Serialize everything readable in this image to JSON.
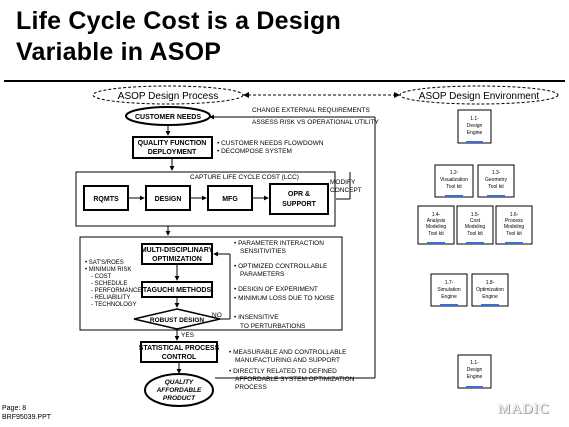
{
  "title": [
    "Life Cycle Cost is a Design",
    "Variable in ASOP"
  ],
  "process": {
    "header": "ASOP Design Process",
    "customer_needs": "CUSTOMER NEEDS",
    "qfd": [
      "QUALITY FUNCTION",
      "DEPLOYMENT"
    ],
    "qfd_notes": [
      "• CUSTOMER NEEDS FLOWDOWN",
      "• DECOMPOSE SYSTEM"
    ],
    "change_req": "CHANGE EXTERNAL REQUIREMENTS",
    "assess_risk": "ASSESS RISK VS OPERATIONAL UTILITY",
    "lcc": "CAPTURE LIFE CYCLE COST (LCC)",
    "modify": [
      "MODIFY",
      "CONCEPT"
    ],
    "stages": [
      "RQMTS",
      "DESIGN",
      "MFG"
    ],
    "opr": [
      "OPR &",
      "SUPPORT"
    ],
    "criteria": [
      "• SAT'S/ROES",
      "• MINIMUM RISK",
      "- COST",
      "- SCHEDULE",
      "- PERFORMANCE",
      "- RELIABILITY",
      "- TECHNOLOGY"
    ],
    "mdo": [
      "MULTI-DISCIPLINARY",
      "OPTIMIZATION"
    ],
    "mdo_notes": [
      "• PARAMETER INTERACTION",
      "SENSITIVITIES",
      "• OPTIMIZED CONTROLLABLE",
      "PARAMETERS"
    ],
    "taguchi": "TAGUCHI METHODS",
    "taguchi_notes": [
      "• DESIGN OF EXPERIMENT",
      "• MINIMUM LOSS DUE TO NOISE"
    ],
    "robust": "ROBUST DESIGN",
    "no": "NO",
    "yes": "YES",
    "insensitive": [
      "• INSENSITIVE",
      "TO PERTURBATIONS"
    ],
    "spc": [
      "STATISTICAL PROCESS",
      "CONTROL"
    ],
    "spc_notes": [
      "• MEASURABLE AND CONTROLLABLE",
      "MANUFACTURING AND SUPPORT",
      "• DIRECTLY RELATED TO DEFINED",
      "AFFORDABLE SYSTEM OPTIMIZATION",
      "PROCESS"
    ],
    "quality": [
      "QUALITY",
      "AFFORDABLE",
      "PRODUCT"
    ]
  },
  "environment": {
    "header": "ASOP Design Environment",
    "modules": [
      {
        "id": "1.1-",
        "name": [
          "Design",
          "Engine"
        ]
      },
      {
        "id": "1.2-",
        "name": [
          "Visualization",
          "Tool kit"
        ]
      },
      {
        "id": "1.3-",
        "name": [
          "Geometry",
          "Tool kit"
        ]
      },
      {
        "id": "1.4-",
        "name": [
          "Analysis",
          "Modeling",
          "Tool kit"
        ]
      },
      {
        "id": "1.5-",
        "name": [
          "Cost",
          "Modeling",
          "Tool kit"
        ]
      },
      {
        "id": "1.6-",
        "name": [
          "Process",
          "Modeling",
          "Tool kit"
        ]
      },
      {
        "id": "1.7-",
        "name": [
          "Simulation",
          "Engine"
        ]
      },
      {
        "id": "1.8-",
        "name": [
          "Optimization",
          "Engine"
        ]
      },
      {
        "id": "1.1-",
        "name": [
          "Design",
          "Engine"
        ]
      }
    ]
  },
  "footer": {
    "page": "Page: 8",
    "file": "BRF95039.PPT",
    "logo": "MADIC"
  },
  "colors": {
    "module_bar": "#3a6fd8",
    "ink": "#000000"
  }
}
